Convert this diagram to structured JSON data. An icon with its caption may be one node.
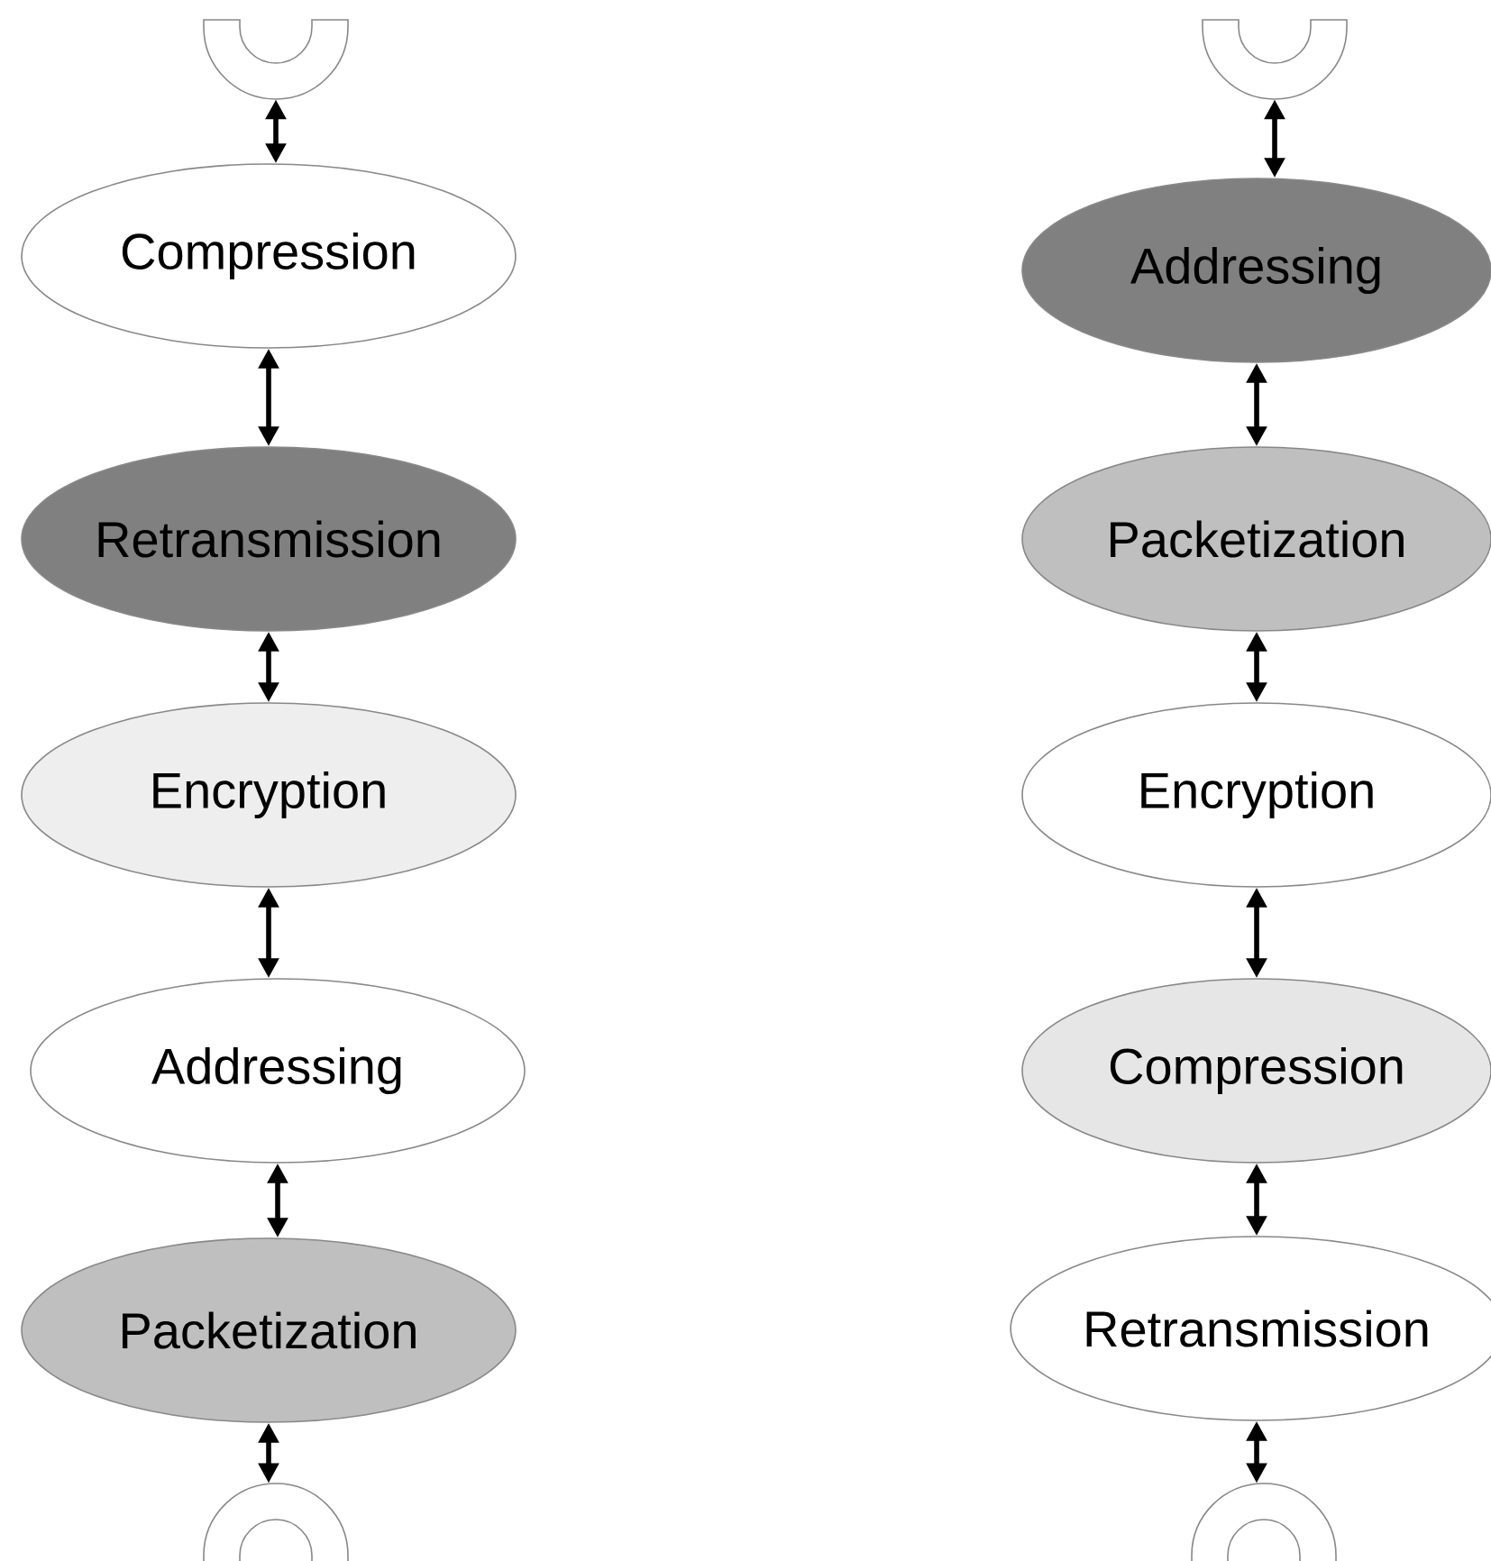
{
  "diagram": {
    "nodes": [
      {
        "text": [],
        "shape": "arc"
      },
      {
        "text": [
          "Compression"
        ]
      },
      {
        "text": [
          "Retransmission"
        ]
      },
      {
        "text": [
          "Encryption"
        ]
      },
      {
        "text": [
          "Addressing"
        ]
      },
      {
        "text": [
          "Packetization"
        ]
      },
      {
        "text": [],
        "shape": "arc"
      },
      {
        "text": [],
        "shape": "arc"
      },
      {
        "text": [
          "Addressing"
        ]
      },
      {
        "text": [
          "Packetization"
        ]
      },
      {
        "text": [
          "Encryption"
        ]
      },
      {
        "text": [
          "Compression"
        ]
      },
      {
        "text": [
          "Retransmission"
        ]
      },
      {
        "text": [],
        "shape": "arc"
      }
    ],
    "edges": [
      {
        "from": 0,
        "to": 1,
        "arrow": "both"
      },
      {
        "from": 1,
        "to": 2,
        "arrow": "both"
      },
      {
        "from": 2,
        "to": 3,
        "arrow": "both"
      },
      {
        "from": 3,
        "to": 4,
        "arrow": "both"
      },
      {
        "from": 4,
        "to": 5,
        "arrow": "both"
      },
      {
        "from": 5,
        "to": 6,
        "arrow": "both"
      },
      {
        "from": 7,
        "to": 8,
        "arrow": "both"
      },
      {
        "from": 8,
        "to": 9,
        "arrow": "both"
      },
      {
        "from": 9,
        "to": 10,
        "arrow": "both"
      },
      {
        "from": 10,
        "to": 11,
        "arrow": "both"
      },
      {
        "from": 11,
        "to": 12,
        "arrow": "both"
      },
      {
        "from": 12,
        "to": 13,
        "arrow": "both"
      }
    ]
  }
}
